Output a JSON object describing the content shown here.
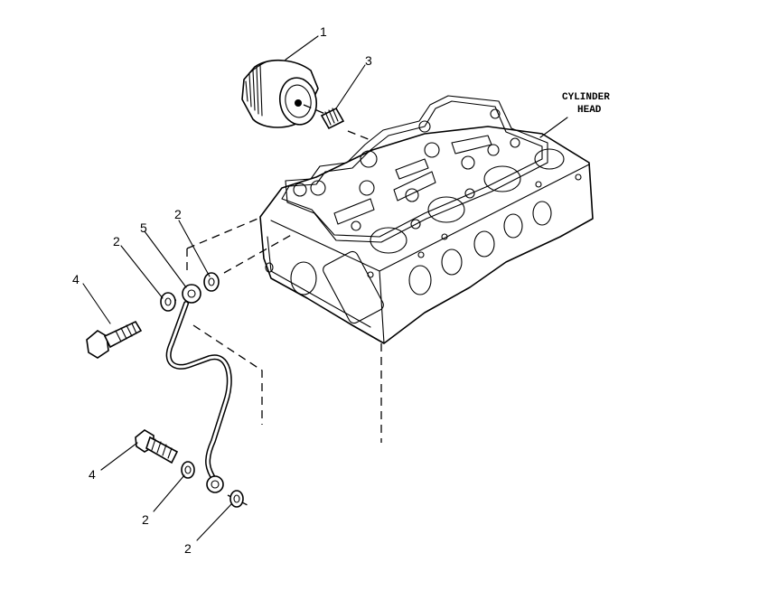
{
  "diagram": {
    "labels": {
      "filter": "1",
      "fitting": "3",
      "washer_a": "2",
      "washer_b": "2",
      "washer_c": "2",
      "washer_d": "2",
      "pipe": "5",
      "bolt_upper": "4",
      "bolt_lower": "4",
      "head_line1": "CYLINDER",
      "head_line2": "HEAD"
    }
  }
}
